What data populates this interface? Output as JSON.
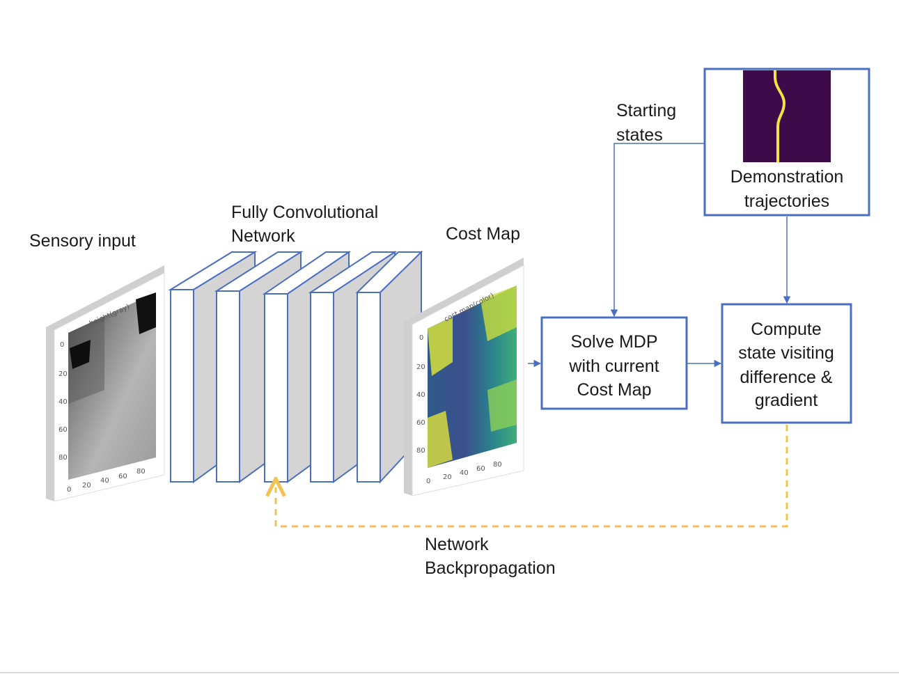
{
  "labels": {
    "sensory_input": "Sensory input",
    "fcn_line1": "Fully Convolutional",
    "fcn_line2": "Network",
    "cost_map": "Cost Map",
    "starting_line1": "Starting",
    "starting_line2": "states",
    "backprop_line1": "Network",
    "backprop_line2": "Backpropagation"
  },
  "boxes": {
    "solve": [
      "Solve MDP",
      "with current",
      "Cost Map"
    ],
    "compute": [
      "Compute",
      "state visiting",
      "difference &",
      "gradient"
    ],
    "demo": [
      "Demonstration",
      "trajectories"
    ]
  },
  "sensory_plot": {
    "title": "height(gray)",
    "y_ticks": [
      "0",
      "20",
      "40",
      "60",
      "80"
    ],
    "x_ticks": [
      "0",
      "20",
      "40",
      "60",
      "80"
    ]
  },
  "cost_plot": {
    "title": "cost map(color)",
    "y_ticks": [
      "0",
      "20",
      "40",
      "60",
      "80"
    ],
    "x_ticks": [
      "0",
      "20",
      "40",
      "60",
      "80"
    ]
  },
  "colors": {
    "box_border": "#4a6fc2",
    "arrow": "#4a6fc2",
    "backprop_arrow": "#f2c14e",
    "layer_side": "#d4d4d4",
    "layer_border": "#4a6fc2",
    "demo_bg": "#3d0a4a",
    "demo_path": "#f5e142"
  }
}
